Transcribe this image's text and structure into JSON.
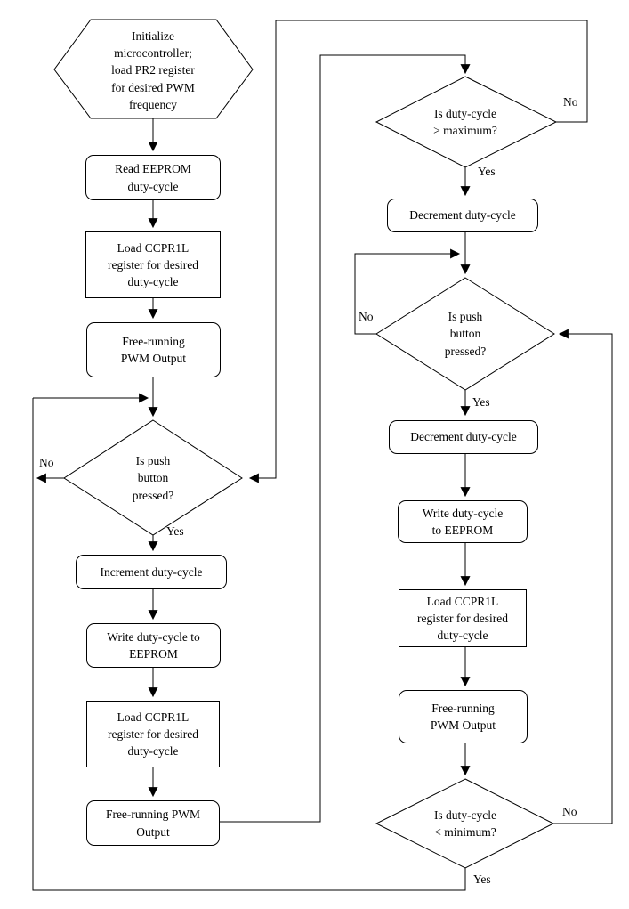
{
  "colors": {
    "line": "#000000",
    "background": "#ffffff",
    "text": "#000000"
  },
  "labels": {
    "yes": "Yes",
    "no": "No"
  },
  "nodes": {
    "init": "Initialize\nmicrocontroller;\nload PR2 register\nfor desired PWM\nfrequency",
    "read_eeprom": "Read EEPROM\nduty-cycle",
    "load_ccpr1l_left1": "Load CCPR1L\nregister for desired\nduty-cycle",
    "pwm_output_left1": "Free-running\nPWM Output",
    "decision_push_left": "Is push\nbutton\npressed?",
    "increment": "Increment duty-cycle",
    "write_eeprom_left": "Write duty-cycle to\nEEPROM",
    "load_ccpr1l_left2": "Load CCPR1L\nregister for desired\nduty-cycle",
    "pwm_output_left2": "Free-running PWM\nOutput",
    "decision_max": "Is duty-cycle\n> maximum?",
    "decrement_top": "Decrement duty-cycle",
    "decision_push_right": "Is push\nbutton\npressed?",
    "decrement_bottom": "Decrement duty-cycle",
    "write_eeprom_right": "Write duty-cycle\nto EEPROM",
    "load_ccpr1l_right": "Load CCPR1L\nregister for desired\nduty-cycle",
    "pwm_output_right": "Free-running\nPWM Output",
    "decision_min": "Is duty-cycle\n< minimum?"
  }
}
